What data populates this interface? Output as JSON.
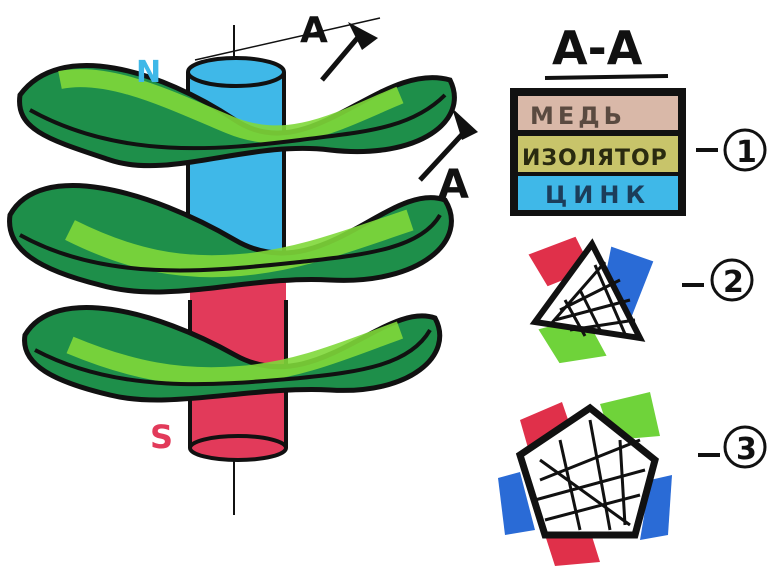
{
  "colors": {
    "ink": "#111111",
    "north_blue": "#3fb8e8",
    "south_red": "#e23a5a",
    "dark_green": "#1e8f4a",
    "light_green": "#7fd83a",
    "copper": "#d9b8a8",
    "insulator": "#c8c46a",
    "zinc": "#3fb8e8",
    "tri_red": "#e0304a",
    "tri_blue": "#2a6bd6",
    "tri_green": "#6fd33a"
  },
  "magnet": {
    "north_label": "N",
    "south_label": "S"
  },
  "section": {
    "marker_top": "A",
    "marker_bottom": "A",
    "title": "A-A"
  },
  "layers": {
    "copper": "МЕДЬ",
    "insulator": "ИЗОЛЯТОР",
    "zinc": "ЦИНК"
  },
  "callouts": {
    "one": "1",
    "two": "2",
    "three": "3"
  }
}
